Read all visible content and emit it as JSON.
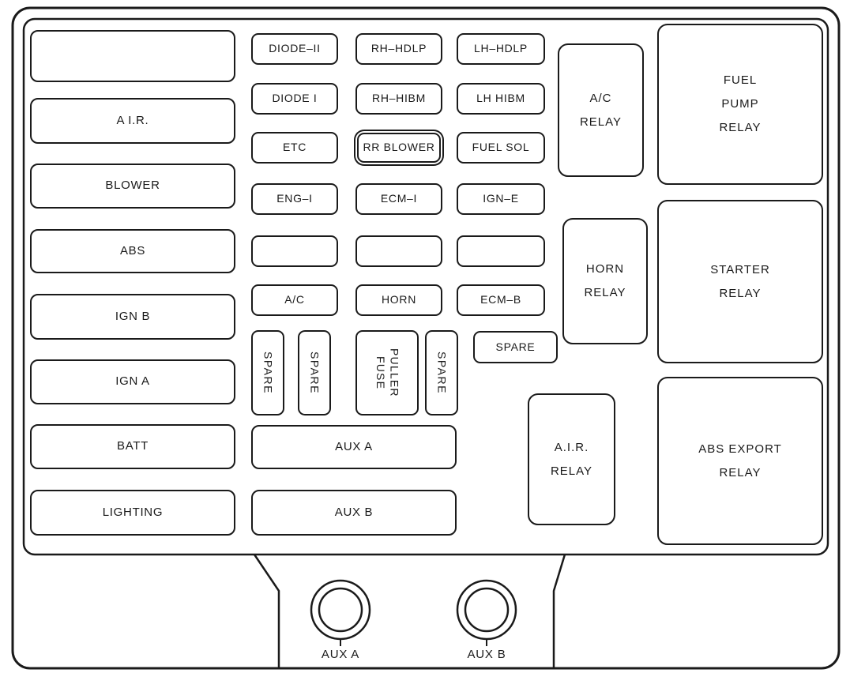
{
  "left_fuses": [
    "",
    "A I.R.",
    "BLOWER",
    "ABS",
    "IGN B",
    "IGN A",
    "BATT",
    "LIGHTING"
  ],
  "grid_fuses": [
    [
      "DIODE–II",
      "RH–HDLP",
      "LH–HDLP"
    ],
    [
      "DIODE I",
      "RH–HIBM",
      "LH HIBM"
    ],
    [
      "ETC",
      "RR BLOWER",
      "FUEL SOL"
    ],
    [
      "ENG–I",
      "ECM–I",
      "IGN–E"
    ],
    [
      "",
      "",
      ""
    ],
    [
      "A/C",
      "HORN",
      "ECM–B"
    ]
  ],
  "vertical_fuses": [
    "SPARE",
    "SPARE",
    "SPARE"
  ],
  "fuse_puller": [
    "FUSE",
    "PULLER"
  ],
  "spare_fuse": "SPARE",
  "aux_fuses": [
    "AUX A",
    "AUX B"
  ],
  "relays": {
    "ac": [
      "A/C",
      "RELAY"
    ],
    "fuel_pump": [
      "FUEL",
      "PUMP",
      "RELAY"
    ],
    "horn": [
      "HORN",
      "RELAY"
    ],
    "starter": [
      "STARTER",
      "RELAY"
    ],
    "air": [
      "A.I.R.",
      "RELAY"
    ],
    "abs_export": [
      "ABS EXPORT",
      "RELAY"
    ]
  },
  "connectors": [
    "AUX A",
    "AUX B"
  ],
  "colors": {
    "line": "#1a1a1a",
    "background": "#ffffff"
  }
}
